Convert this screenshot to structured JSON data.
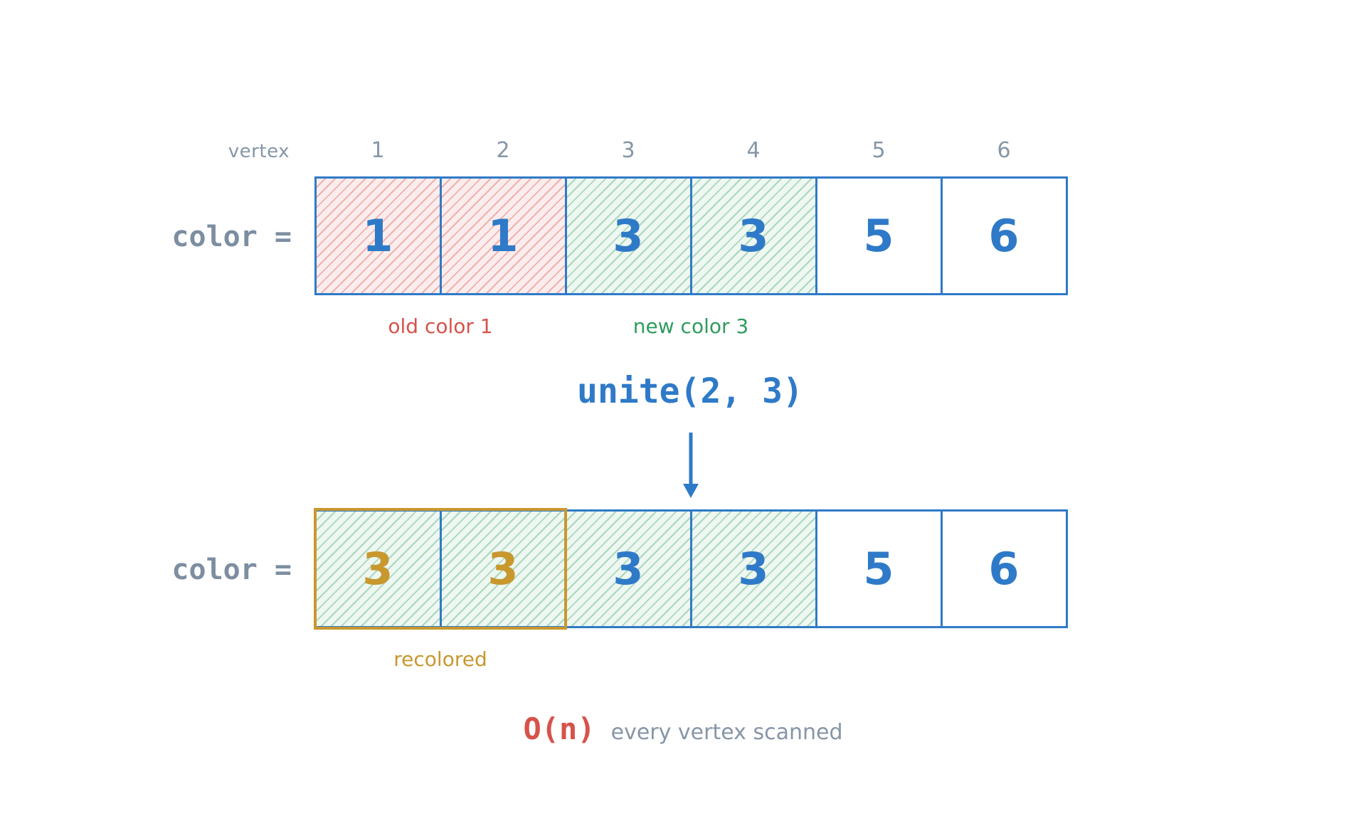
{
  "vertex_heading": "vertex",
  "vertex_indices": [
    "1",
    "2",
    "3",
    "4",
    "5",
    "6"
  ],
  "before": {
    "label": "color =",
    "cells": [
      "1",
      "1",
      "3",
      "3",
      "5",
      "6"
    ]
  },
  "notes": {
    "old_color": "old color 1",
    "new_color": "new color 3",
    "recolored": "recolored"
  },
  "operation": "unite(2, 3)",
  "after": {
    "label": "color =",
    "cells": [
      "3",
      "3",
      "3",
      "3",
      "5",
      "6"
    ]
  },
  "complexity": {
    "value": "O(n)",
    "note": "every vertex scanned"
  },
  "colors": {
    "blue": "#2f7ac8",
    "red": "#d6534a",
    "green": "#2e9c5d",
    "gold": "#c8982e",
    "gray": "#8696a7"
  }
}
